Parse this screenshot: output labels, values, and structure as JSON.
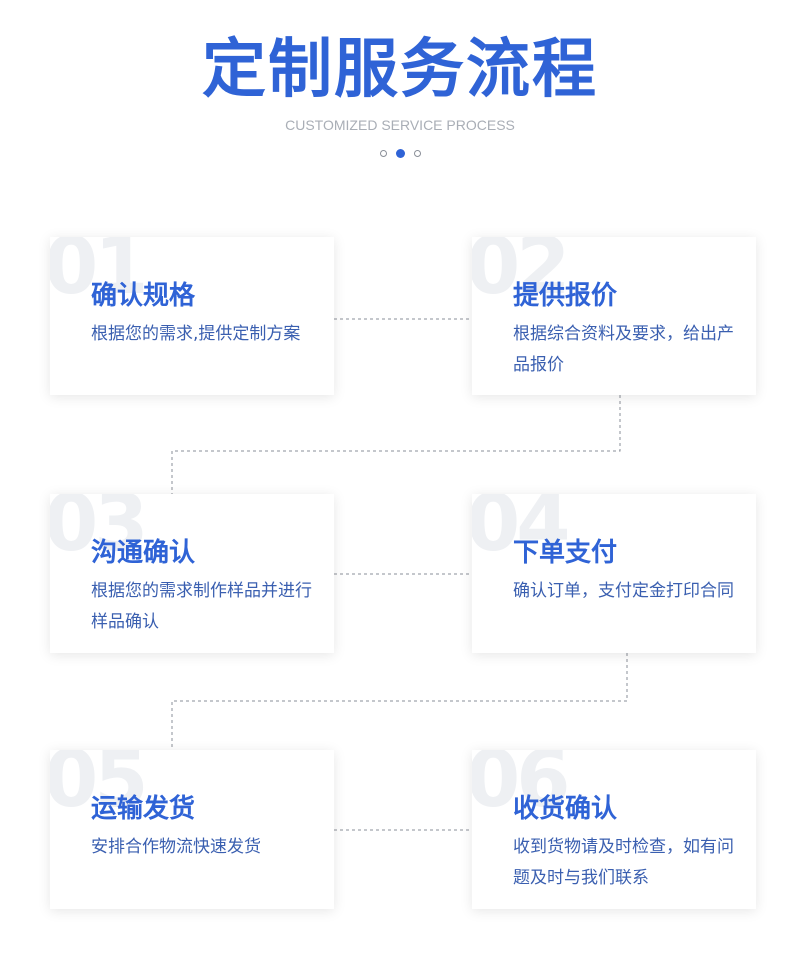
{
  "header": {
    "title": "定制服务流程",
    "subtitle": "CUSTOMIZED SERVICE PROCESS"
  },
  "colors": {
    "accent": "#2f63d6",
    "description": "#3a5fb0",
    "subtitle": "#a9aeb6",
    "number_watermark": "#eef0f3",
    "connector": "#8a8f98"
  },
  "steps": [
    {
      "number": "01",
      "title": "确认规格",
      "description": "根据您的需求,提供定制方案"
    },
    {
      "number": "02",
      "title": "提供报价",
      "description": "根据综合资料及要求，给出产品报价"
    },
    {
      "number": "03",
      "title": "沟通确认",
      "description": "根据您的需求制作样品并进行样品确认"
    },
    {
      "number": "04",
      "title": "下单支付",
      "description": "确认订单，支付定金打印合同"
    },
    {
      "number": "05",
      "title": "运输发货",
      "description": "安排合作物流快速发货"
    },
    {
      "number": "06",
      "title": "收货确认",
      "description": "收到货物请及时检查，如有问题及时与我们联系"
    }
  ]
}
